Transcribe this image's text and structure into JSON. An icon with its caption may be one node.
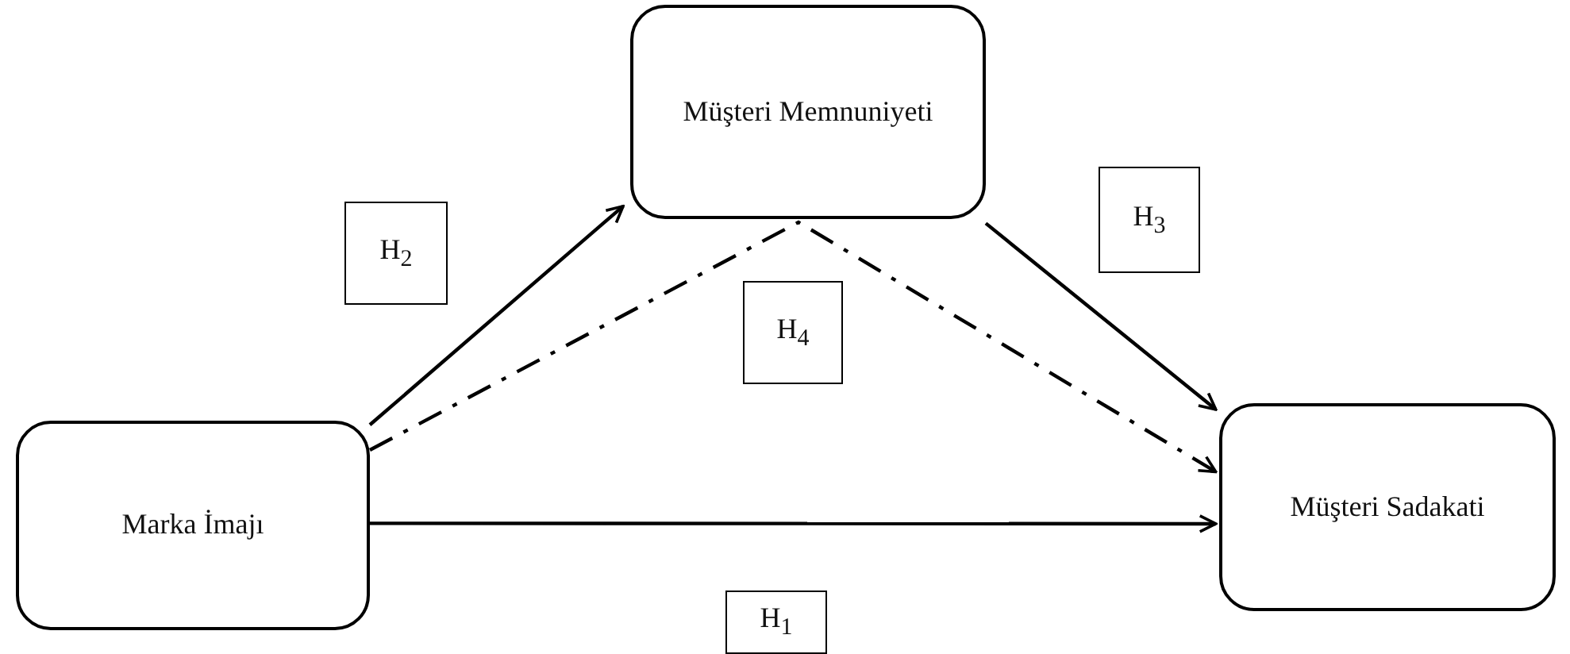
{
  "diagram": {
    "nodes": [
      {
        "text": [
          "Marka İmajı"
        ]
      },
      {
        "text": [
          "Müşteri Memnuniyeti"
        ]
      },
      {
        "text": [
          "Müşteri Sadakati"
        ]
      },
      {
        "text": [
          "H$_{2}$"
        ]
      },
      {
        "text": [
          "H$_{4}$"
        ]
      },
      {
        "text": [
          "H$_{3}$"
        ]
      },
      {
        "text": [
          "H$_{1}$"
        ]
      }
    ],
    "edges": [
      {
        "from": 0,
        "to": 1,
        "arrow": "to"
      },
      {
        "from": 1,
        "to": 2,
        "arrow": "to"
      },
      {
        "from": 0,
        "to": 2,
        "arrow": "to",
        "style": "dashed"
      },
      {
        "from": 0,
        "to": 2,
        "arrow": "to"
      }
    ]
  }
}
